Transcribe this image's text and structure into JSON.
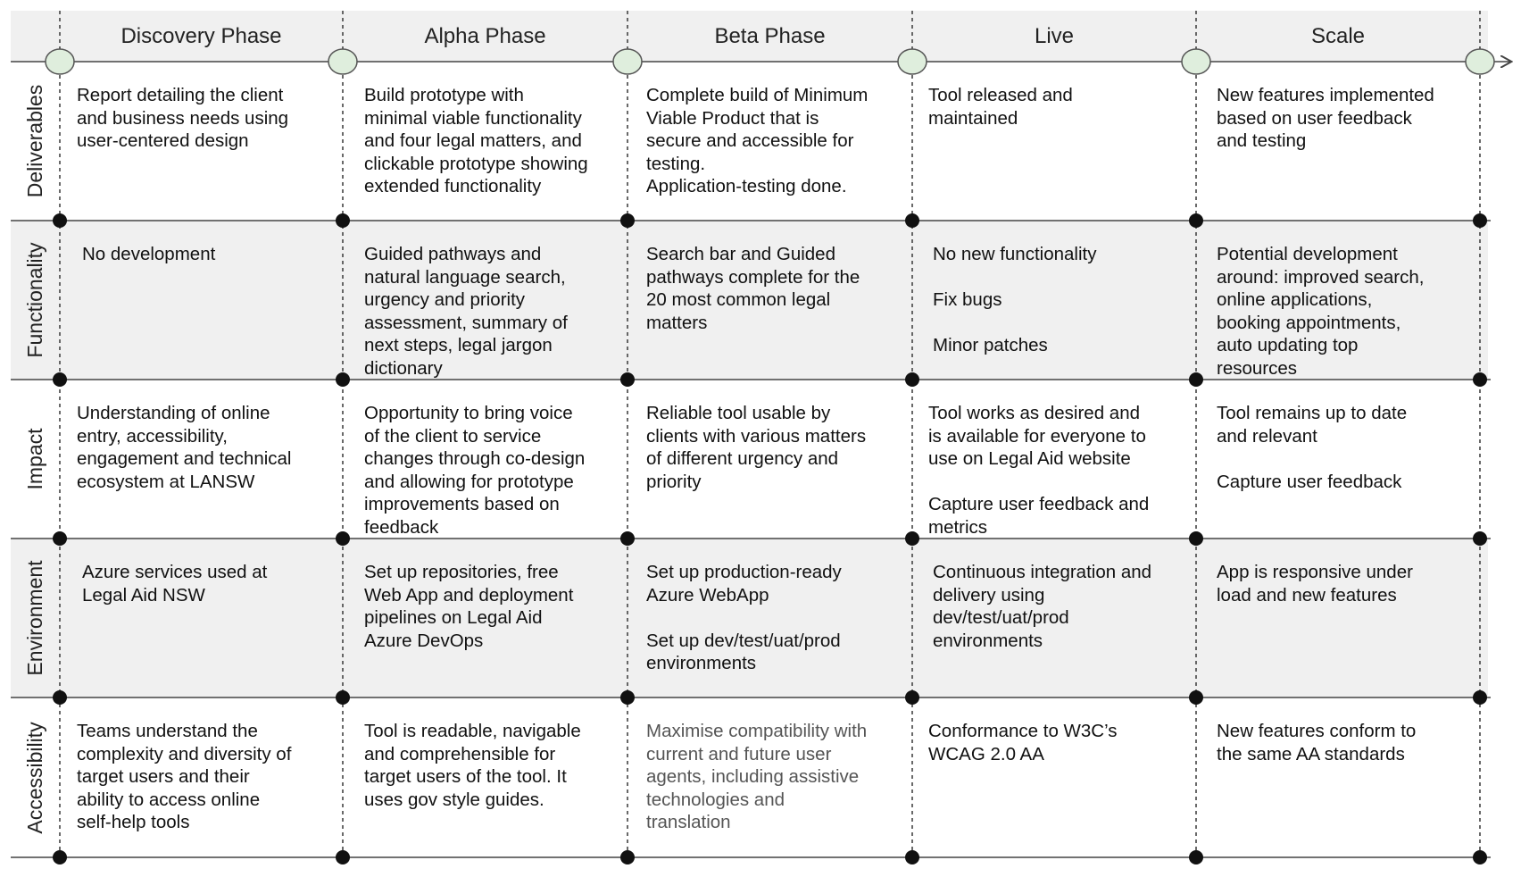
{
  "phases": [
    "Discovery Phase",
    "Alpha Phase",
    "Beta Phase",
    "Live",
    "Scale"
  ],
  "rows": [
    {
      "label": "Deliverables",
      "cells": [
        "Report detailing the client\nand business needs using\nuser-centered design",
        "Build prototype with\nminimal viable functionality\nand four legal matters, and\nclickable prototype showing\nextended functionality",
        "Complete build of Minimum\nViable Product that is\nsecure and accessible for\ntesting.\nApplication-testing done.",
        "Tool released and\nmaintained",
        "New features implemented\nbased on user feedback\nand testing"
      ]
    },
    {
      "label": "Functionality",
      "cells": [
        "No development",
        "Guided pathways and\nnatural language search,\nurgency and priority\nassessment, summary of\nnext steps, legal jargon\ndictionary",
        "Search bar and Guided\npathways complete for the\n20 most common legal\nmatters",
        "No new functionality\n\nFix bugs\n\nMinor patches",
        "Potential development\naround: improved search,\nonline applications,\nbooking appointments,\nauto updating top\nresources"
      ]
    },
    {
      "label": "Impact",
      "cells": [
        "Understanding of online\nentry, accessibility,\nengagement and technical\necosystem at LANSW",
        "Opportunity to bring voice\nof the client to service\nchanges through co-design\nand allowing for prototype\nimprovements based on\nfeedback",
        "Reliable tool usable by\nclients with various matters\nof different urgency and\npriority",
        "Tool works as desired and\nis available for everyone to\nuse on Legal Aid website\n\nCapture user feedback and\nmetrics",
        "Tool remains up to date\nand relevant\n\nCapture user feedback"
      ]
    },
    {
      "label": "Environment",
      "cells": [
        "Azure services used at\nLegal Aid NSW",
        "Set up repositories, free\nWeb App and deployment\npipelines  on Legal Aid\nAzure DevOps",
        "Set up production-ready\nAzure WebApp\n\nSet up dev/test/uat/prod\nenvironments",
        "Continuous integration and\ndelivery using\ndev/test/uat/prod\nenvironments",
        "App is responsive under\nload and new features"
      ]
    },
    {
      "label": "Accessibility",
      "cells": [
        "Teams understand the\ncomplexity and diversity of\ntarget users and their\nability to access online\nself-help tools",
        "Tool is readable, navigable\nand comprehensible for\ntarget users of the tool. It\nuses gov style guides.",
        "Maximise compatibility with\ncurrent and future user\nagents, including assistive\ntechnologies and\ntranslation",
        "Conformance to W3C’s\nWCAG 2.0 AA",
        "New features conform to\nthe same AA standards"
      ]
    }
  ],
  "colors": {
    "band_fill": "#f0f0f0",
    "node_fill": "#dfeedd",
    "line": "#444444",
    "text": "#111111",
    "muted_text": "#555555"
  }
}
